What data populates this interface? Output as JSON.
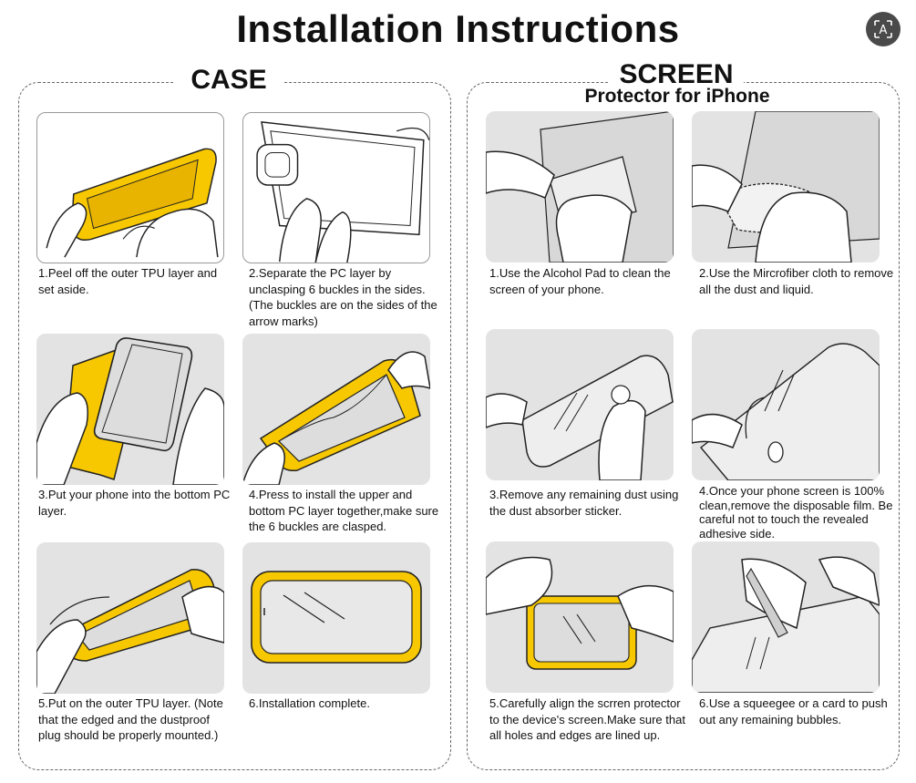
{
  "title": "Installation Instructions",
  "translate_icon": "translate-icon",
  "translate_glyph": "A",
  "case": {
    "label": "CASE",
    "steps": [
      {
        "text": "1.Peel off the outer TPU layer and set aside."
      },
      {
        "text": "2.Separate the PC layer by unclasping 6 buckles in the sides. (The buckles are on the sides of the arrow marks)"
      },
      {
        "text": "3.Put your phone into the bottom PC layer."
      },
      {
        "text": "4.Press to install the upper and bottom PC layer together,make sure the 6 buckles are clasped."
      },
      {
        "text": "5.Put on the outer TPU layer. (Note that the edged and the dustproof plug should be properly mounted.)"
      },
      {
        "text": "6.Installation complete."
      }
    ]
  },
  "screen": {
    "label": "SCREEN",
    "sublabel": "Protector for iPhone",
    "steps": [
      {
        "text": "1.Use the Alcohol Pad to clean the screen of your phone."
      },
      {
        "text": "2.Use the Mircrofiber cloth to remove all the dust and liquid."
      },
      {
        "text": "3.Remove any remaining dust using the dust absorber sticker."
      },
      {
        "text": "4.Once your phone screen is 100% clean,remove the disposable film. Be careful not to touch the revealed adhesive side."
      },
      {
        "text": "5.Carefully align the scrren protector to the device's screen.Make sure that all holes and edges are lined up."
      },
      {
        "text": "6.Use a squeegee or a card to push out any remaining bubbles."
      }
    ]
  },
  "colors": {
    "accent_yellow": "#f7c800",
    "image_bg": "#e3e3e3",
    "line": "#222222"
  }
}
